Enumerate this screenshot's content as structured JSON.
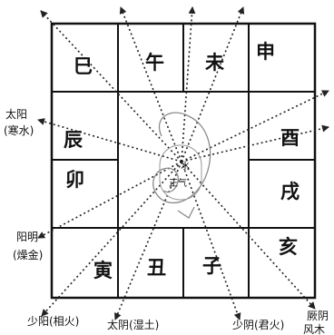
{
  "branches": {
    "si": "巳",
    "wu": "午",
    "wei": "未",
    "shen": "申",
    "chen": "辰",
    "you": "酉",
    "mao": "卯",
    "xu": "戌",
    "yin": "寅",
    "chou": "丑",
    "zi": "子",
    "hai": "亥"
  },
  "center": {
    "top": "水",
    "bottom": "正气"
  },
  "labels": {
    "taiyang_name": "太阳",
    "taiyang_element": "(寒水)",
    "yangming_name": "阳明",
    "yangming_element": "(燥金)",
    "shaoyang": "少阳(相火)",
    "taiyin": "太阴(湿土)",
    "shaoyin": "少阴(君火)",
    "jueyin_name": "厥阴",
    "jueyin_element": "风木"
  }
}
